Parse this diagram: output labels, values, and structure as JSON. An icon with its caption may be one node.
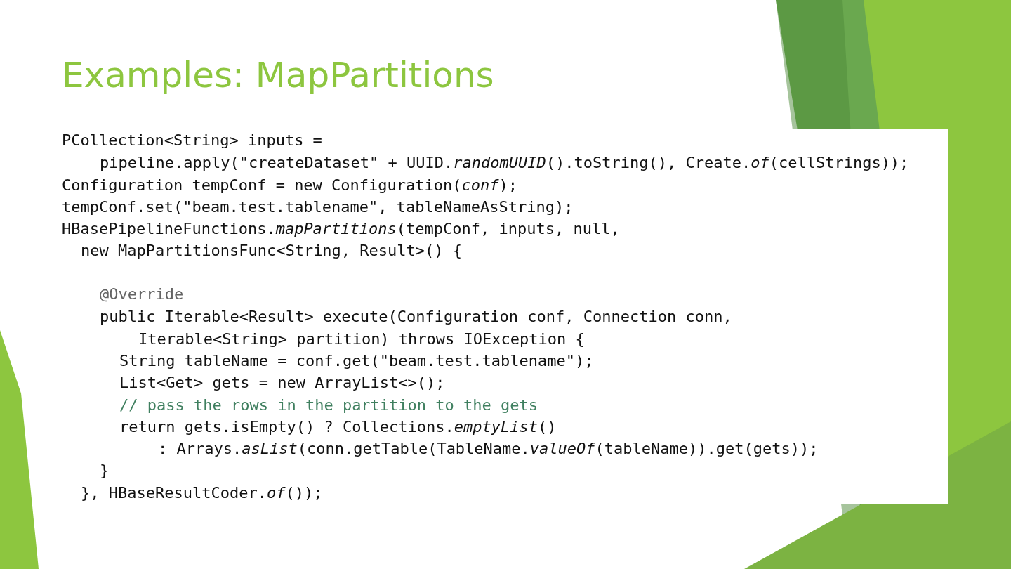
{
  "diagram": {
    "title": "Examples: MapPartitions",
    "labels": [
      "PCollection<String> inputs =",
      "pipeline.apply(\"createDataset\" + UUID.*randomUUID*().toString(), Create.*of*(cellStrings));",
      "Configuration tempConf = new Configuration(*conf*);",
      "tempConf.set(\"beam.test.tablename\", tableNameAsString);",
      "HBasePipelineFunctions.*mapPartitions*(tempConf, inputs, null,",
      "new MapPartitionsFunc<String, Result>() {",
      "@Override",
      "public Iterable<Result> execute(Configuration conf, Connection conn,",
      "Iterable<String> partition) throws IOException {",
      "String tableName = conf.get(\"beam.test.tablename\");",
      "List<Get> gets = new ArrayList<>();",
      "// pass the rows in the partition to the gets",
      "return gets.isEmpty() ? Collections.*emptyList*()",
      ": Arrays.*asList*(conn.getTable(TableName.*valueOf*(tableName)).get(gets));",
      "}",
      "}, HBaseResultCoder.*of*());"
    ]
  }
}
